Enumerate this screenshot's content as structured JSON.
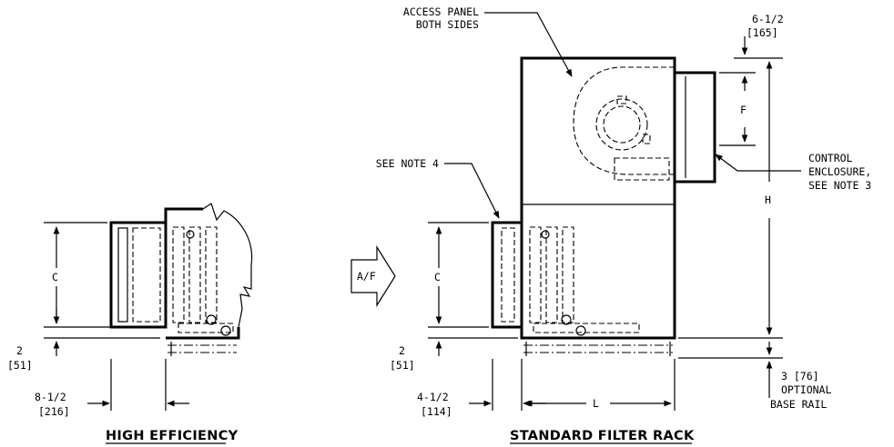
{
  "labels": {
    "access_panel_1": "ACCESS PANEL",
    "access_panel_2": "BOTH SIDES",
    "see_note_4": "SEE NOTE 4",
    "control_1": "CONTROL",
    "control_2": "ENCLOSURE,",
    "control_3": "SEE NOTE 3",
    "dim_top_1": "6-1/2",
    "dim_top_2": "[165]",
    "f": "F",
    "h": "H",
    "c_left": "C",
    "c_right": "C",
    "l": "L",
    "airflow": "A/F",
    "dim2_left_1": "2",
    "dim2_left_2": "[51]",
    "dim2_right_1": "2",
    "dim2_right_2": "[51]",
    "he_width_1": "8-1/2",
    "he_width_2": "[216]",
    "std_width_1": "4-1/2",
    "std_width_2": "[114]",
    "rail_1": "3 [76]",
    "rail_2": "OPTIONAL",
    "rail_3": "BASE RAIL",
    "title_left": "HIGH EFFICIENCY",
    "title_right": "STANDARD FILTER RACK"
  }
}
